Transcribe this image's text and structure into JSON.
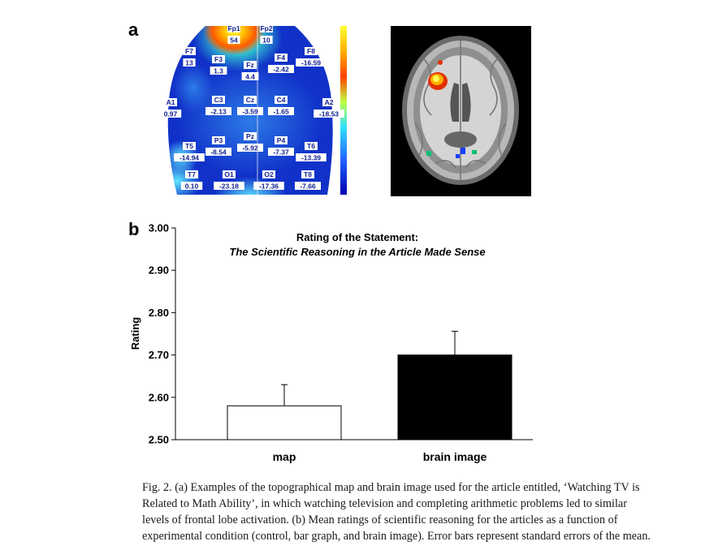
{
  "panel_a_label": "a",
  "panel_b_label": "b",
  "topo_map": {
    "electrodes": [
      {
        "name": "Fp1",
        "value": "54"
      },
      {
        "name": "Fp2",
        "value": "10"
      },
      {
        "name": "F7",
        "value": "13"
      },
      {
        "name": "F3",
        "value": "1.3"
      },
      {
        "name": "Fz",
        "value": "4.4"
      },
      {
        "name": "F4",
        "value": "-2.42"
      },
      {
        "name": "F8",
        "value": "-16.59"
      },
      {
        "name": "A1",
        "value": "0.97"
      },
      {
        "name": "C3",
        "value": "-2.13"
      },
      {
        "name": "Cz",
        "value": "-3.59"
      },
      {
        "name": "C4",
        "value": "-1.65"
      },
      {
        "name": "A2",
        "value": "-18.53"
      },
      {
        "name": "T5",
        "value": "-14.94"
      },
      {
        "name": "P3",
        "value": "-8.54"
      },
      {
        "name": "Pz",
        "value": "-5.92"
      },
      {
        "name": "P4",
        "value": "-7.37"
      },
      {
        "name": "T6",
        "value": "-13.39"
      },
      {
        "name": "T7",
        "value": "0.10"
      },
      {
        "name": "O1",
        "value": "-23.18"
      },
      {
        "name": "O2",
        "value": "-17.36"
      },
      {
        "name": "T8",
        "value": "-7.66"
      }
    ]
  },
  "chart_data": {
    "type": "bar",
    "title": "Rating of the Statement:",
    "subtitle": "The Scientific Reasoning in the Article Made Sense",
    "xlabel": "",
    "ylabel": "Rating",
    "categories": [
      "map",
      "brain image"
    ],
    "values": [
      2.58,
      2.7
    ],
    "errors": [
      0.05,
      0.056
    ],
    "ylim": [
      2.5,
      3.0
    ],
    "yticks": [
      "2.50",
      "2.60",
      "2.70",
      "2.80",
      "2.90",
      "3.00"
    ],
    "bar_colors": [
      "#ffffff",
      "#000000"
    ],
    "grid": false
  },
  "caption": "Fig. 2.  (a) Examples of the topographical map and brain image used for the article entitled, ‘Watching TV is Related to Math Ability’, in which watching television and completing arithmetic problems led to similar levels of frontal lobe activation. (b) Mean ratings of scientific reasoning for the articles as a function of experimental condition (control, bar graph, and brain image). Error bars represent standard errors of the mean."
}
